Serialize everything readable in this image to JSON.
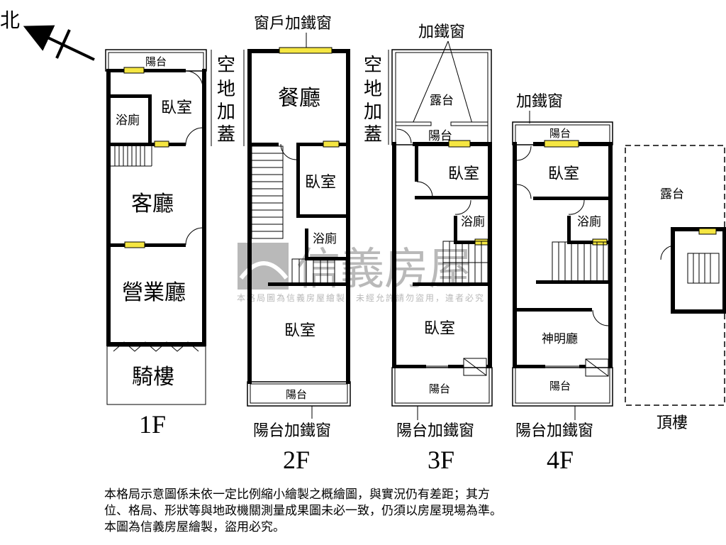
{
  "compass": {
    "label": "北"
  },
  "watermark": {
    "brand": "信義房屋",
    "notice": "本格局圖為信義房屋繪製，未經允許請勿盜用，違者必究"
  },
  "floors": {
    "f1": {
      "name": "1F",
      "rooms": {
        "balcony": "陽台",
        "bedroom": "臥室",
        "bathroom": "浴廁",
        "living": "客廳",
        "business": "營業廳",
        "arcade": "騎樓"
      }
    },
    "f2": {
      "name": "2F",
      "top_note": "窗戶加鐵窗",
      "side_note": [
        "空",
        "地",
        "加",
        "蓋"
      ],
      "rooms": {
        "dining": "餐廳",
        "bedroom_small": "臥室",
        "bathroom": "浴廁",
        "bedroom": "臥室",
        "balcony": "陽台"
      },
      "bottom_note": "陽台加鐵窗"
    },
    "f3": {
      "name": "3F",
      "top_note": "加鐵窗",
      "side_note": [
        "空",
        "地",
        "加",
        "蓋"
      ],
      "rooms": {
        "terrace": "露台",
        "balcony_top": "陽台",
        "bedroom_top": "臥室",
        "bathroom": "浴廁",
        "bedroom": "臥室",
        "balcony": "陽台"
      },
      "bottom_note": "陽台加鐵窗"
    },
    "f4": {
      "name": "4F",
      "top_note": "加鐵窗",
      "rooms": {
        "balcony_top": "陽台",
        "bedroom_top": "臥室",
        "bathroom": "浴廁",
        "shrine": "神明廳",
        "balcony": "陽台"
      },
      "bottom_note": "陽台加鐵窗"
    },
    "roof": {
      "name": "頂樓",
      "rooms": {
        "terrace": "露台"
      }
    }
  },
  "disclaimer": [
    "本格局示意圖係未依一定比例縮小繪製之概繪圖，與實況仍有差距；其方",
    "位、格局、形狀等與地政機關測量成果圖未必一致，仍須以房屋現場為準。",
    "本圖為信義房屋繪製，盜用必究。"
  ]
}
